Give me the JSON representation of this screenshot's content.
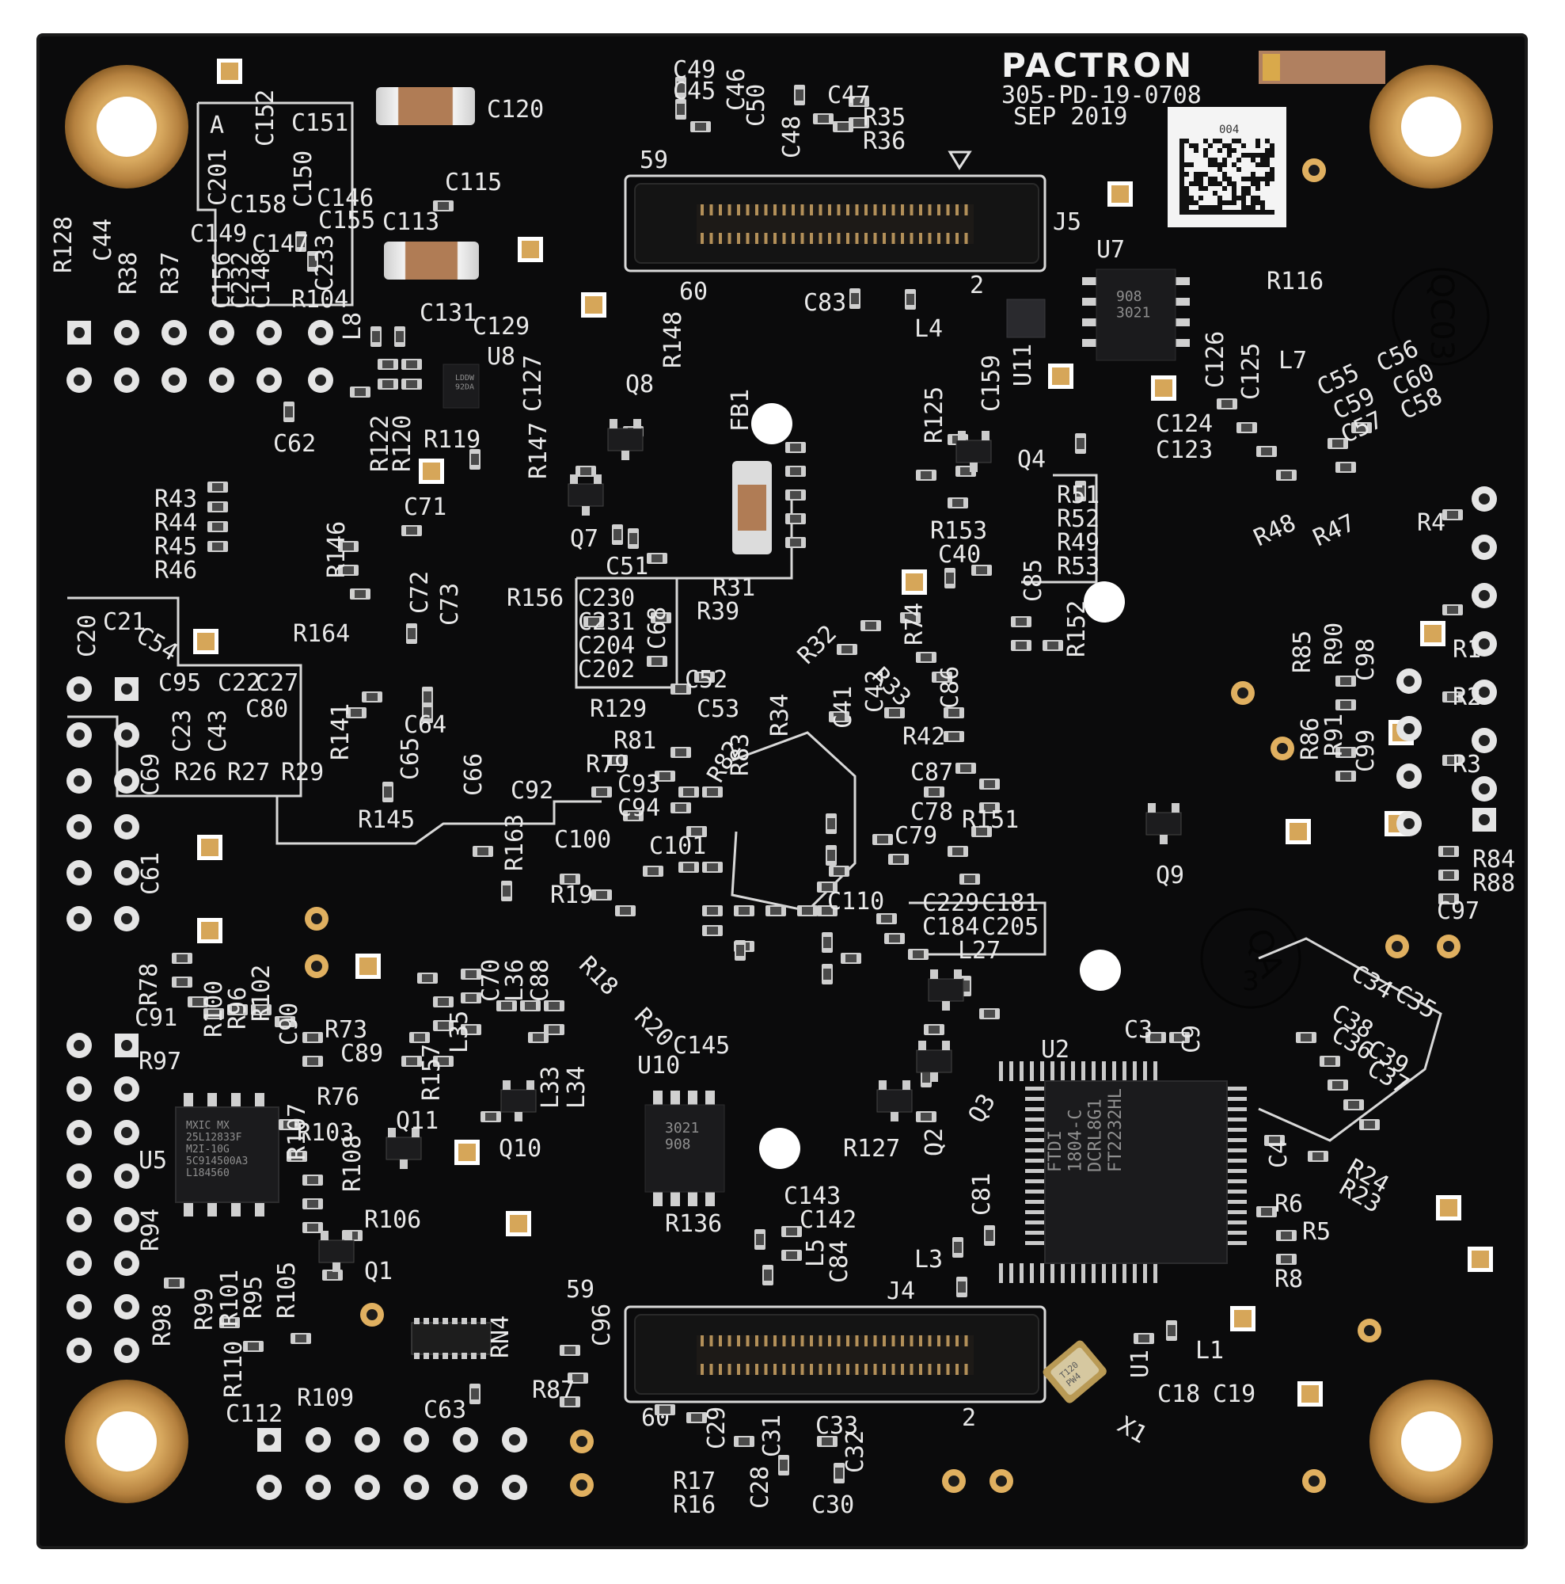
{
  "board": {
    "brand": "PACTRON",
    "part_number": "305-PD-19-0708",
    "date": "SEP 2019",
    "qr_number": "004",
    "qa_stamp_top": "QC03",
    "qa_stamp_mid": "QA",
    "qa_stamp_mid_num": "3"
  },
  "chips": {
    "u8_text": "LDDW\n92DA",
    "u7_text": "908\n3021",
    "u10_text": "3021\n908",
    "u5_text": "MXIC MX\n25L12833F\nM2I-10G\n5C914500A3\nL184560",
    "u2_text": "FTDI\n1804-C\nDCRL8G1\nFT2232HL",
    "x1_text": "T120\nPW4"
  },
  "connectors": {
    "j5": {
      "ref": "J5",
      "pin_first": "59",
      "pin_last": "60",
      "pin_end": "2"
    },
    "j4": {
      "ref": "J4",
      "pin_first": "59",
      "pin_last": "60",
      "pin_end": "2"
    }
  },
  "labels": [
    "C49",
    "C45",
    "C46",
    "C50",
    "C47",
    "R35",
    "R36",
    "C48",
    "C120",
    "C151",
    "C152",
    "A",
    "C201",
    "C158",
    "C150",
    "C146",
    "C155",
    "C113",
    "C115",
    "C149",
    "C147",
    "C233",
    "C156",
    "C232",
    "C148",
    "R104",
    "L8",
    "R128",
    "C44",
    "R38",
    "R37",
    "C131",
    "C129",
    "U8",
    "C127",
    "R148",
    "Q8",
    "R147",
    "R122",
    "R120",
    "R119",
    "C62",
    "FB1",
    "C83",
    "L4",
    "U7",
    "R116",
    "C126",
    "C125",
    "L7",
    "U11",
    "C159",
    "C124",
    "C123",
    "C55",
    "C56",
    "C59",
    "C60",
    "C57",
    "C58",
    "R125",
    "Q4",
    "R51",
    "R52",
    "R49",
    "R53",
    "R153",
    "C40",
    "C85",
    "R152",
    "R48",
    "R47",
    "R4",
    "Q7",
    "C51",
    "C71",
    "R43",
    "R44",
    "R45",
    "R46",
    "R146",
    "C72",
    "C73",
    "R156",
    "C230",
    "C231",
    "C204",
    "C202",
    "C68",
    "R31",
    "R39",
    "R164",
    "R32",
    "R33",
    "R74",
    "C20",
    "C21",
    "C54",
    "C95",
    "C22",
    "C27",
    "C23",
    "C43",
    "C80",
    "C52",
    "C53",
    "R34",
    "C41",
    "C42",
    "C86",
    "R85",
    "R90",
    "C98",
    "R1",
    "R2",
    "R3",
    "R86",
    "R91",
    "C99",
    "C69",
    "R26",
    "R27",
    "R29",
    "R141",
    "C64",
    "C65",
    "C66",
    "R129",
    "R81",
    "R82",
    "R83",
    "R79",
    "C93",
    "C94",
    "C92",
    "R42",
    "C87",
    "C78",
    "C79",
    "R151",
    "R145",
    "C100",
    "C101",
    "C61",
    "R163",
    "R19",
    "C110",
    "Q9",
    "R84",
    "R88",
    "C97",
    "C229",
    "C181",
    "C184",
    "C205",
    "L27",
    "R18",
    "R20",
    "C70",
    "L36",
    "C88",
    "L35",
    "C145",
    "U10",
    "R157",
    "L33",
    "L34",
    "R78",
    "C91",
    "R100",
    "R96",
    "R102",
    "C90",
    "R73",
    "C89",
    "R97",
    "R76",
    "Q11",
    "Q10",
    "C3",
    "C9",
    "U2",
    "Q3",
    "Q2",
    "R127",
    "C34",
    "C35",
    "C38",
    "C36",
    "C39",
    "C37",
    "C4",
    "R24",
    "R23",
    "U5",
    "R103",
    "R107",
    "R108",
    "R106",
    "R94",
    "Q1",
    "R136",
    "C143",
    "C142",
    "C84",
    "L5",
    "C81",
    "L3",
    "R6",
    "R5",
    "R8",
    "R98",
    "R99",
    "R101",
    "R95",
    "R105",
    "R110",
    "RN4",
    "R87",
    "C96",
    "L1",
    "U1",
    "C18",
    "C19",
    "X1",
    "R109",
    "C112",
    "C63",
    "C29",
    "C31",
    "C33",
    "C32",
    "R17",
    "R16",
    "C28",
    "C30",
    "J5",
    "J4"
  ],
  "colors": {
    "pcb": "#0b0b0c",
    "silkscreen": "#e9e9e9",
    "gold": "#c99a55",
    "component_body": "#d8d2c4",
    "ic_body": "#1c1c1e"
  }
}
